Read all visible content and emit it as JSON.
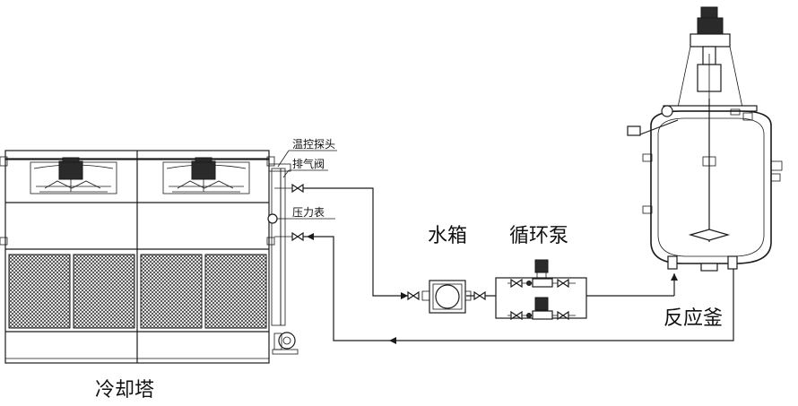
{
  "labels": {
    "cooling_tower": "冷却塔",
    "water_tank": "水箱",
    "circulation_pump": "循环泵",
    "reactor": "反应釜",
    "temp_probe": "温控探头",
    "vent_valve": "排气阀",
    "pressure_gauge": "压力表"
  }
}
